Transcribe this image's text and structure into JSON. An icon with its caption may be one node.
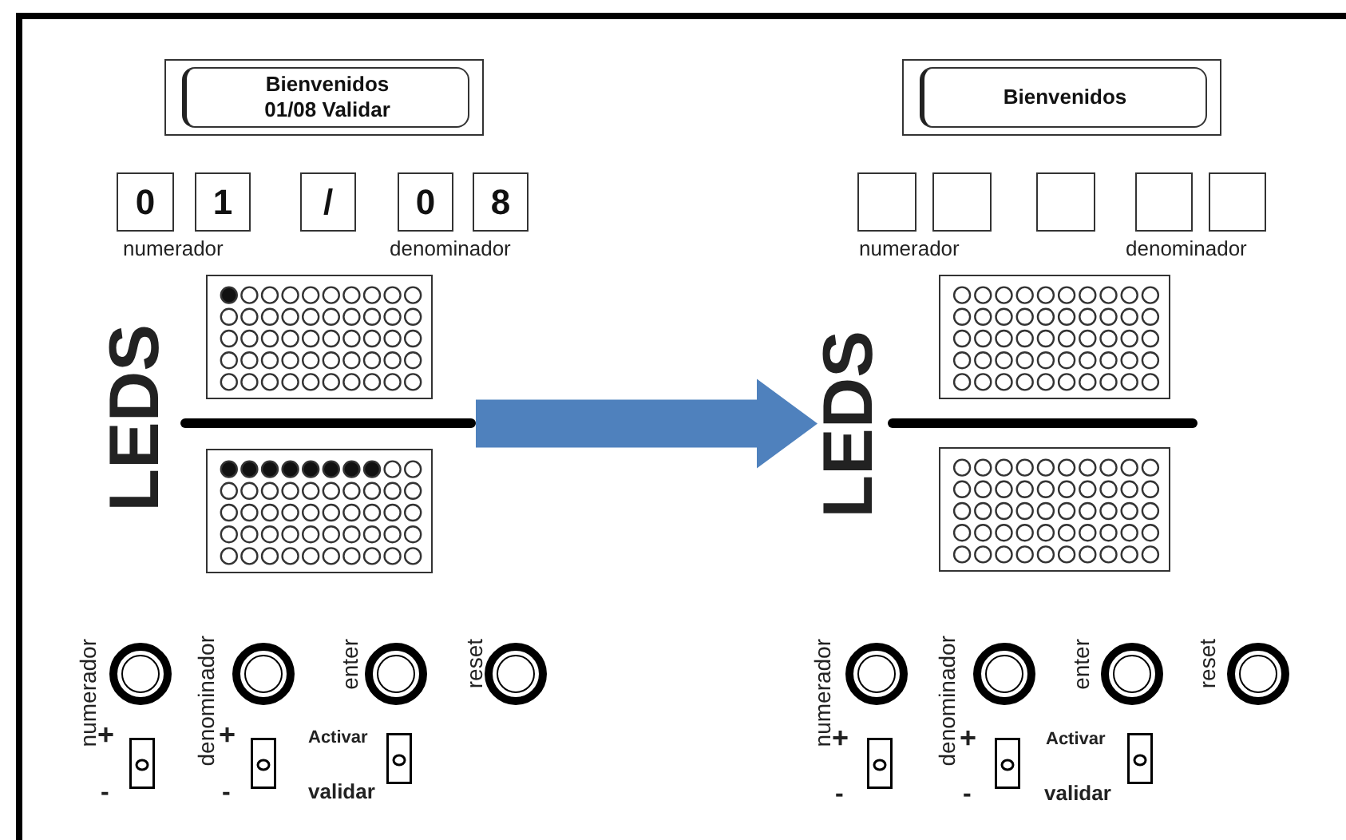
{
  "diagram": {
    "nodes": [
      {
        "text": [
          "Bienvenidos 01/08 Validar"
        ]
      },
      {
        "text": [
          "0"
        ]
      },
      {
        "text": [
          "1"
        ]
      },
      {
        "text": [
          "/"
        ]
      },
      {
        "text": [
          "0"
        ]
      },
      {
        "text": [
          "8"
        ]
      },
      {
        "text": [],
        "shape": "box"
      },
      {
        "text": [],
        "shape": "bar"
      },
      {
        "text": [],
        "shape": "box"
      },
      {
        "text": [
          "Bienvenidos"
        ]
      },
      {
        "text": [],
        "shape": "box"
      },
      {
        "text": [],
        "shape": "box"
      },
      {
        "text": [],
        "shape": "box"
      },
      {
        "text": [],
        "shape": "box"
      },
      {
        "text": [],
        "shape": "box"
      },
      {
        "text": [
          "LEDS"
        ]
      },
      {
        "text": [],
        "shape": "box"
      },
      {
        "text": [],
        "shape": "bar"
      },
      {
        "text": [],
        "shape": "box"
      }
    ],
    "edges": [
      {
        "from": 7,
        "to": 15,
        "arrow": "to",
        "style": "thick"
      }
    ],
    "labels": [
      "numerador",
      "denominador",
      "LEDS",
      "numerador",
      "denominador",
      "enter",
      "reset",
      "+",
      "-",
      "+",
      "-",
      "Activar",
      "validar",
      "numerador",
      "denominador",
      "numerador",
      "denominador",
      "enter",
      "reset",
      "+",
      "-",
      "+",
      "-",
      "Activar",
      "validar"
    ]
  }
}
